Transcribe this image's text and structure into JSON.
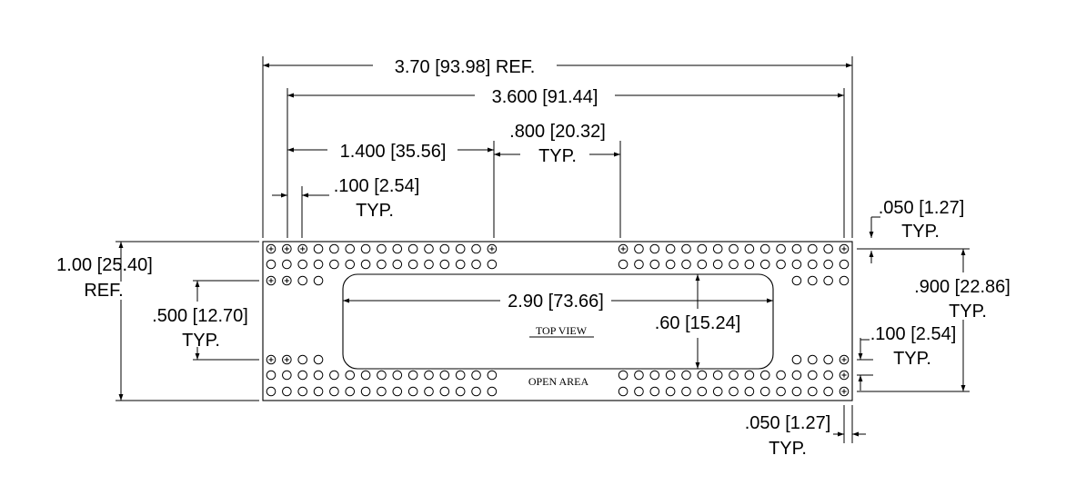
{
  "drawing": {
    "overall_length": "3.70 [93.98] REF.",
    "pin_span_length": "3.600 [91.44]",
    "group_span": "1.400 [35.56]",
    "gap_line1": ".800 [20.32]",
    "gap_line2": "TYP.",
    "pitch_line1": ".100 [2.54]",
    "pitch_line2": "TYP.",
    "edge_top_line1": ".050 [1.27]",
    "edge_top_line2": "TYP.",
    "overall_width_line1": "1.00 [25.40]",
    "overall_width_line2": "REF.",
    "row_span_line1": ".900 [22.86]",
    "row_span_line2": "TYP.",
    "inner_span_line1": ".500 [12.70]",
    "inner_span_line2": "TYP.",
    "open_length": "2.90 [73.66]",
    "open_width": ".60 [15.24]",
    "right_pitch_line1": ".100 [2.54]",
    "right_pitch_line2": "TYP.",
    "edge_bottom_line1": ".050 [1.27]",
    "edge_bottom_line2": "TYP.",
    "view_label": "TOP VIEW",
    "open_area_label": "OPEN AREA"
  }
}
